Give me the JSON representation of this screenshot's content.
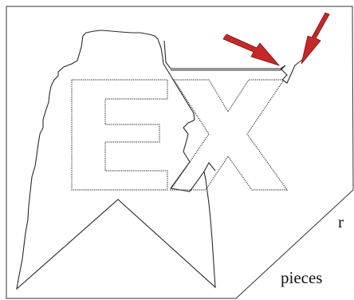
{
  "figure": {
    "labels": {
      "r": "r",
      "pieces": "pieces"
    },
    "glyphs": [
      "E",
      "X"
    ],
    "colors": {
      "arrow": "#c62828",
      "stroke": "#2a2a2a",
      "background": "#ffffff"
    },
    "arrow_count": 2
  }
}
